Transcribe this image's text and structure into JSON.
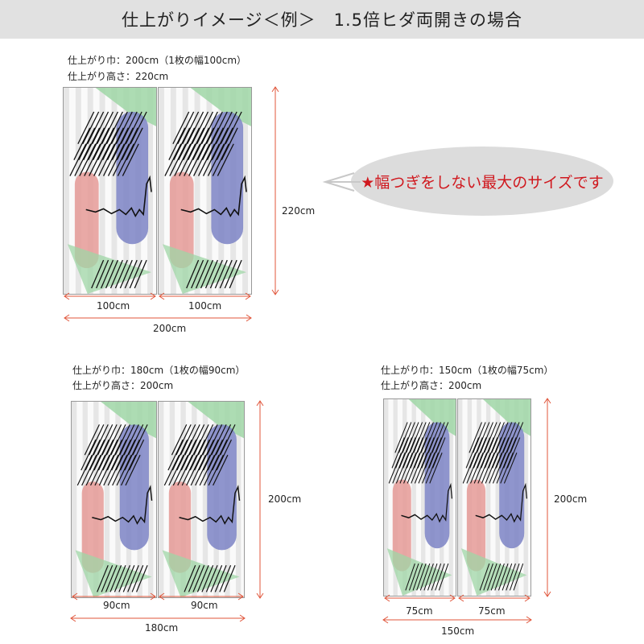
{
  "header": {
    "title": "仕上がりイメージ＜例＞　1.5倍ヒダ両開きの場合"
  },
  "callout": {
    "text": "★幅つぎをしない最大のサイズです",
    "text_color": "#d0181e"
  },
  "examples": [
    {
      "width_label": "仕上がり巾：200cm（1枚の幅100cm）",
      "height_label": "仕上がり高さ：220cm",
      "height_dim": "220cm",
      "panel_dim": "100cm",
      "total_dim": "200cm"
    },
    {
      "width_label": "仕上がり巾：180cm（1枚の幅90cm）",
      "height_label": "仕上がり高さ：200cm",
      "height_dim": "200cm",
      "panel_dim": "90cm",
      "total_dim": "180cm"
    },
    {
      "width_label": "仕上がり巾：150cm（1枚の幅75cm）",
      "height_label": "仕上がり高さ：200cm",
      "height_dim": "200cm",
      "panel_dim": "75cm",
      "total_dim": "150cm"
    }
  ],
  "colors": {
    "arrow": "#e0553a",
    "green": "#9fd6a6",
    "blue": "#7b82c4",
    "red": "#e59a96"
  }
}
